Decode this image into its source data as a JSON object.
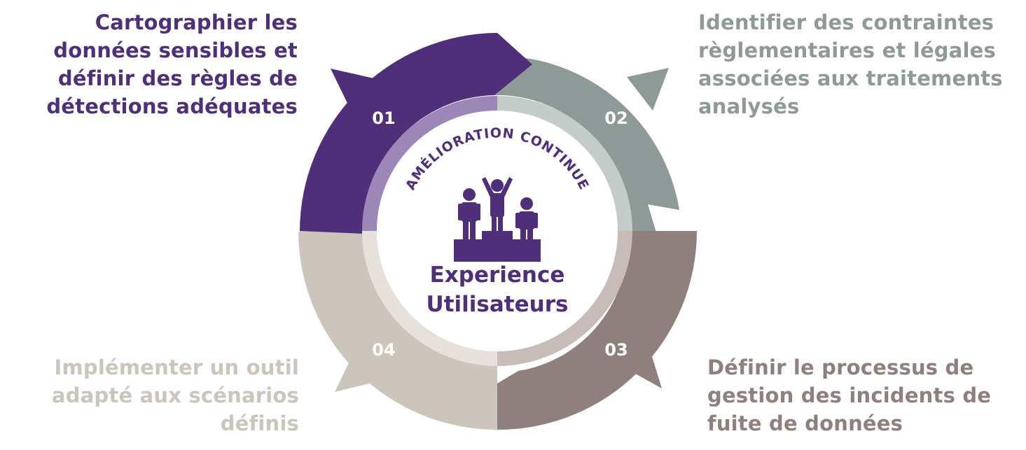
{
  "colors": {
    "step_01": "#4f2e7a",
    "step_02": "#8d9a98",
    "step_03": "#8f807d",
    "step_04": "#cbc5bb",
    "inner_01": "#9d86b8",
    "inner_02": "#c4ccca",
    "inner_03": "#c7bcb8",
    "inner_04": "#e6e2db",
    "center_text": "#4f2e7a"
  },
  "steps": [
    {
      "number": "01",
      "lines": [
        "Cartographier les",
        "données sensibles et",
        "définir des règles de",
        "détections adéquates"
      ]
    },
    {
      "number": "02",
      "lines": [
        "Identifier des contraintes",
        "règlementaires et légales",
        "associées aux traitements",
        "analysés"
      ]
    },
    {
      "number": "03",
      "lines": [
        "Définir le processus de",
        "gestion des incidents de",
        "fuite de données"
      ]
    },
    {
      "number": "04",
      "lines": [
        "Implémenter un outil",
        "adapté aux scénarios",
        "définis"
      ]
    }
  ],
  "center": {
    "arc_label": "AMÉLIORATION CONTINUE",
    "title_line1": "Experience",
    "title_line2": "Utilisateurs",
    "icon": "podium-people-icon"
  }
}
